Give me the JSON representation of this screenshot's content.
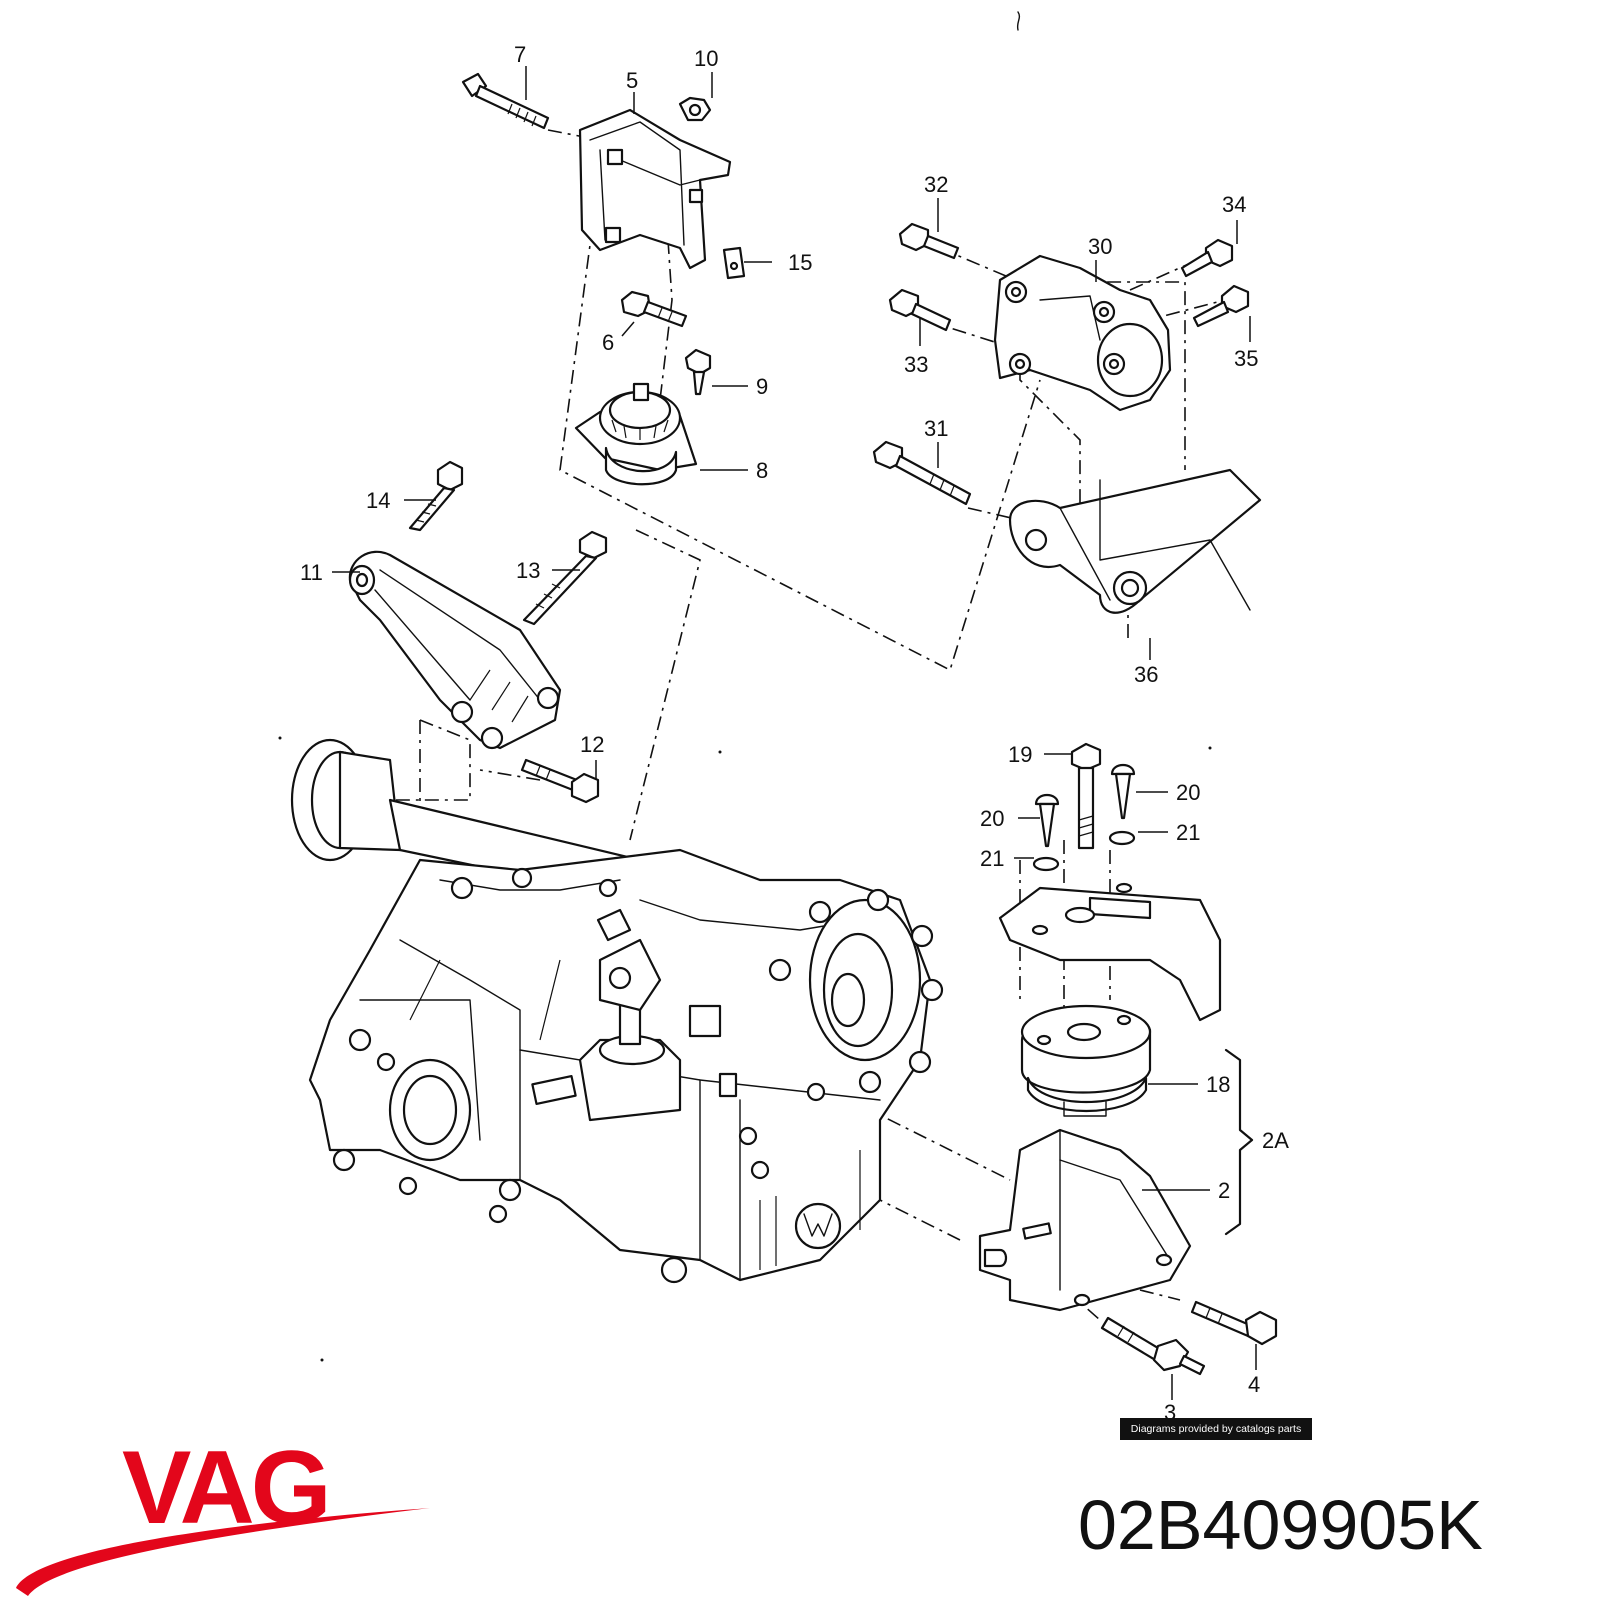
{
  "diagram": {
    "callouts": [
      "7",
      "5",
      "10",
      "15",
      "6",
      "9",
      "8",
      "32",
      "34",
      "30",
      "33",
      "35",
      "31",
      "36",
      "14",
      "11",
      "13",
      "12",
      "19",
      "20",
      "20",
      "21",
      "21",
      "18",
      "2A",
      "2",
      "3",
      "4"
    ],
    "credit": "Diagrams provided by catalogs parts"
  },
  "brand": {
    "name": "VAG",
    "color": "#e3061b"
  },
  "part_number": "02B409905K"
}
